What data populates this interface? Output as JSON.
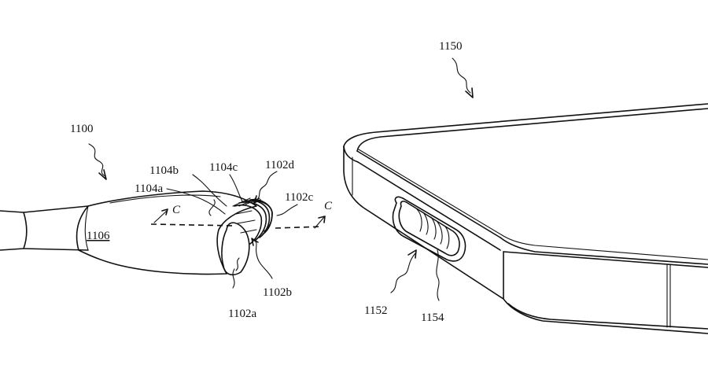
{
  "figure": {
    "labels": {
      "cable_assembly": "1100",
      "cable_jacket": "1106",
      "contact_a": "1102a",
      "contact_b": "1102b",
      "contact_c": "1102c",
      "contact_d": "1102d",
      "insulator_a": "1104a",
      "insulator_b": "1104b",
      "insulator_c": "1104c",
      "device": "1150",
      "receptacle": "1152",
      "receptacle_contacts": "1154",
      "section_marker_left": "C",
      "section_marker_right": "C"
    }
  }
}
